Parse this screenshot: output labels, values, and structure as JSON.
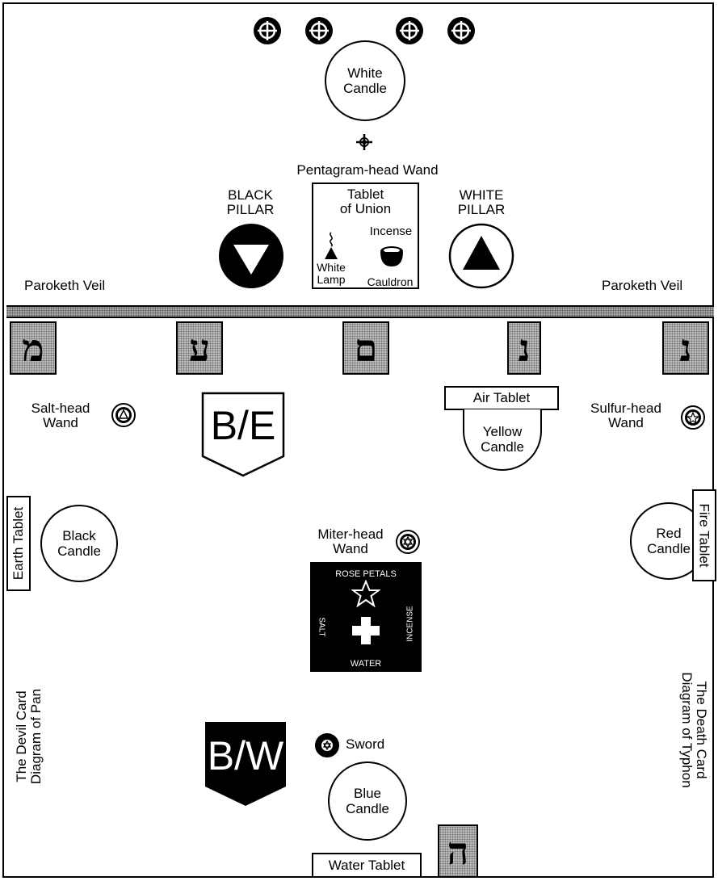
{
  "top": {
    "white_candle": "White\nCandle",
    "pentagram_wand": "Pentagram-head Wand",
    "black_pillar": "BLACK\nPILLAR",
    "white_pillar": "WHITE\nPILLAR",
    "tablet_union": "Tablet\nof Union",
    "incense": "Incense",
    "white_lamp": "White\nLamp",
    "cauldron": "Cauldron",
    "veil_left": "Paroketh Veil",
    "veil_right": "Paroketh Veil"
  },
  "hebrew": [
    "מ",
    "ע",
    "ם",
    "נ",
    "נ",
    "ה"
  ],
  "middle": {
    "air_tablet": "Air Tablet",
    "salt_wand": "Salt-head\nWand",
    "sulfur_wand": "Sulfur-head\nWand",
    "yellow_candle": "Yellow\nCandle",
    "be_banner": "B/E",
    "earth_tablet": "Earth Tablet",
    "fire_tablet": "Fire Tablet",
    "black_candle": "Black\nCandle",
    "red_candle": "Red\nCandle",
    "miter_wand": "Miter-head\nWand"
  },
  "altar": {
    "top": "ROSE PETALS",
    "left": "SALT",
    "right": "INCENSE",
    "bottom": "WATER"
  },
  "bottom": {
    "devil_card": "The Devil Card\nDiagram of Pan",
    "death_card": "The Death Card\nDiagram of Typhon",
    "sword": "Sword",
    "bw_banner": "B/W",
    "blue_candle": "Blue\nCandle",
    "water_tablet": "Water Tablet"
  },
  "colors": {
    "ink": "#000000",
    "paper": "#ffffff",
    "stipple": "#bdbdbd"
  }
}
